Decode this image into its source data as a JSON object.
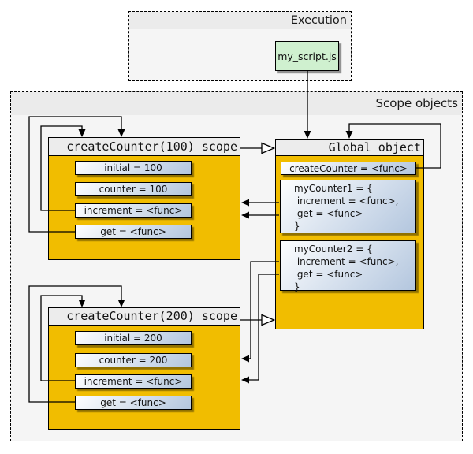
{
  "execution": {
    "title": "Execution",
    "script_label": "my_script.js"
  },
  "scope_objects": {
    "title": "Scope objects"
  },
  "counter100_scope": {
    "title": "createCounter(100) scope",
    "items": [
      "initial = 100",
      "counter = 100",
      "increment = <func>",
      "get = <func>"
    ]
  },
  "counter200_scope": {
    "title": "createCounter(200) scope",
    "items": [
      "initial = 200",
      "counter = 200",
      "increment = <func>",
      "get = <func>"
    ]
  },
  "global_object": {
    "title": "Global object",
    "create_counter": "createCounter = <func>",
    "my_counter1": "myCounter1 = {\n increment = <func>,\n get = <func>\n}",
    "my_counter2": "myCounter2 = {\n increment = <func>,\n get = <func>\n}"
  },
  "colors": {
    "scope_body": "#f1bd00",
    "header_fill": "#ececec",
    "frame_fill": "#f5f5f5",
    "strip_fill": "#ebebeb",
    "script_fill": "#cff0cf",
    "item_gradient_start": "#fdfeff",
    "item_gradient_end": "#b3c6de"
  }
}
